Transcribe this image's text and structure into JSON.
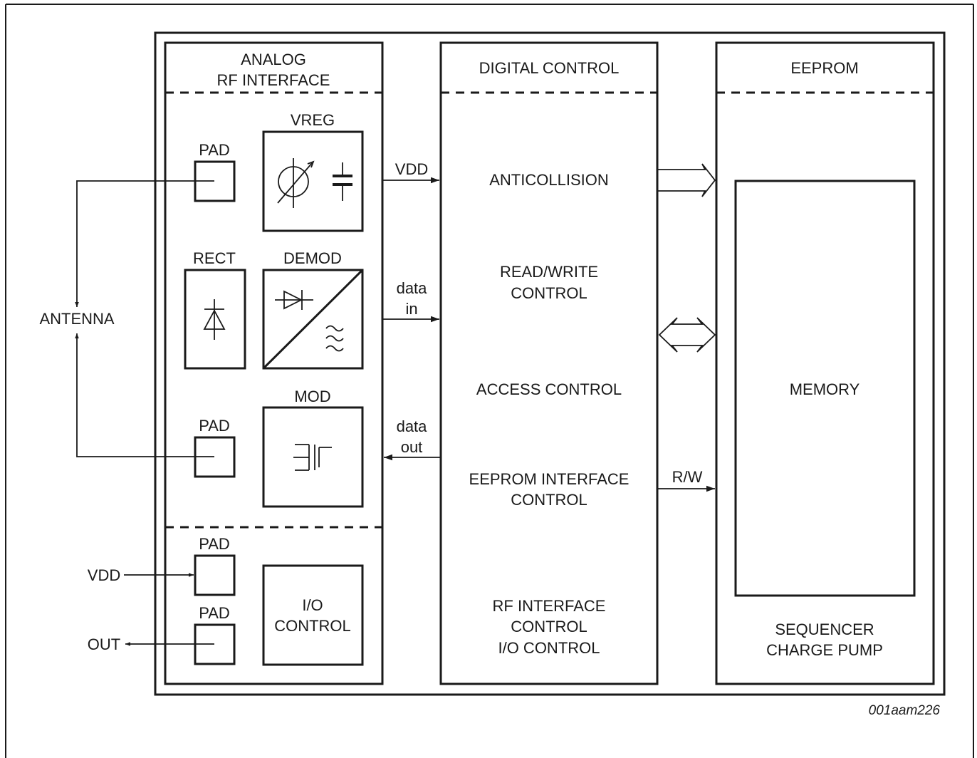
{
  "analog": {
    "title_line1": "ANALOG",
    "title_line2": "RF INTERFACE",
    "vreg": "VREG",
    "rect": "RECT",
    "demod": "DEMOD",
    "mod": "MOD",
    "pad": "PAD",
    "io_line1": "I/O",
    "io_line2": "CONTROL"
  },
  "digital": {
    "title": "DIGITAL CONTROL",
    "anticollision": "ANTICOLLISION",
    "rw_line1": "READ/WRITE",
    "rw_line2": "CONTROL",
    "access": "ACCESS CONTROL",
    "eeprom_if_line1": "EEPROM INTERFACE",
    "eeprom_if_line2": "CONTROL",
    "rf_line1": "RF INTERFACE",
    "rf_line2": "CONTROL",
    "rf_line3": "I/O CONTROL"
  },
  "eeprom": {
    "title": "EEPROM",
    "memory": "MEMORY",
    "seq_line1": "SEQUENCER",
    "seq_line2": "CHARGE PUMP"
  },
  "signals": {
    "vdd_internal": "VDD",
    "data_in_line1": "data",
    "data_in_line2": "in",
    "data_out_line1": "data",
    "data_out_line2": "out",
    "rw": "R/W",
    "antenna": "ANTENNA",
    "vdd_external": "VDD",
    "out": "OUT"
  },
  "figure_ref": "001aam226"
}
